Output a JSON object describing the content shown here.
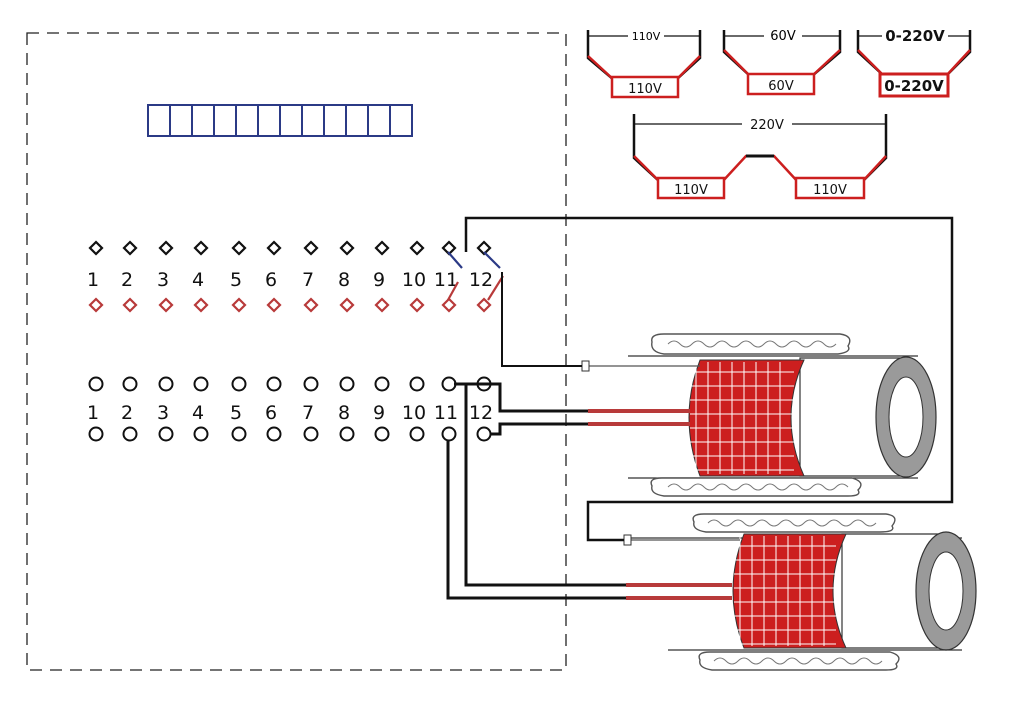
{
  "terminals": {
    "top_row_numbers": [
      "1",
      "2",
      "3",
      "4",
      "5",
      "6",
      "7",
      "8",
      "9",
      "10",
      "11",
      "12"
    ],
    "bottom_row_numbers": [
      "1",
      "2",
      "3",
      "4",
      "5",
      "6",
      "7",
      "8",
      "9",
      "10",
      "11",
      "12"
    ]
  },
  "voltage_diagrams": {
    "d110": {
      "top": "110V",
      "box": "110V"
    },
    "d60": {
      "top": "60V",
      "box": "60V"
    },
    "d0220": {
      "top": "0-220V",
      "box": "0-220V"
    },
    "d220": {
      "top": "220V",
      "box_left": "110V",
      "box_right": "110V"
    }
  },
  "colors": {
    "dashed_border": "#222222",
    "display_blue": "#2b3a86",
    "coil_red": "#cc1f1f",
    "diamond_red": "#b83a3a",
    "wire_black": "#111111",
    "wire_blue": "#2b3a86",
    "ring_grey": "#9a9a9a"
  }
}
